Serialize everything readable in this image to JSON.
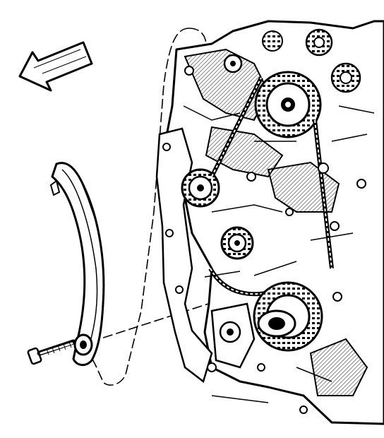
{
  "diagram": {
    "style": "black line-art technical illustration",
    "colors": {
      "ink": "#000000",
      "paper": "#ffffff",
      "hatch": "#3a3a3a"
    },
    "parts": [
      {
        "id": "direction-arrow",
        "kind": "arrow",
        "points_toward": "upper-left"
      },
      {
        "id": "chain-guide",
        "kind": "timing-chain-guide"
      },
      {
        "id": "guide-bolt",
        "kind": "bolt"
      },
      {
        "id": "bolt-leader",
        "kind": "dashed-leader-line"
      },
      {
        "id": "guide-outline-leader",
        "kind": "dashed-outline-loop"
      },
      {
        "id": "engine-front",
        "kind": "engine-block-with-timing-chain"
      }
    ],
    "labels": []
  }
}
